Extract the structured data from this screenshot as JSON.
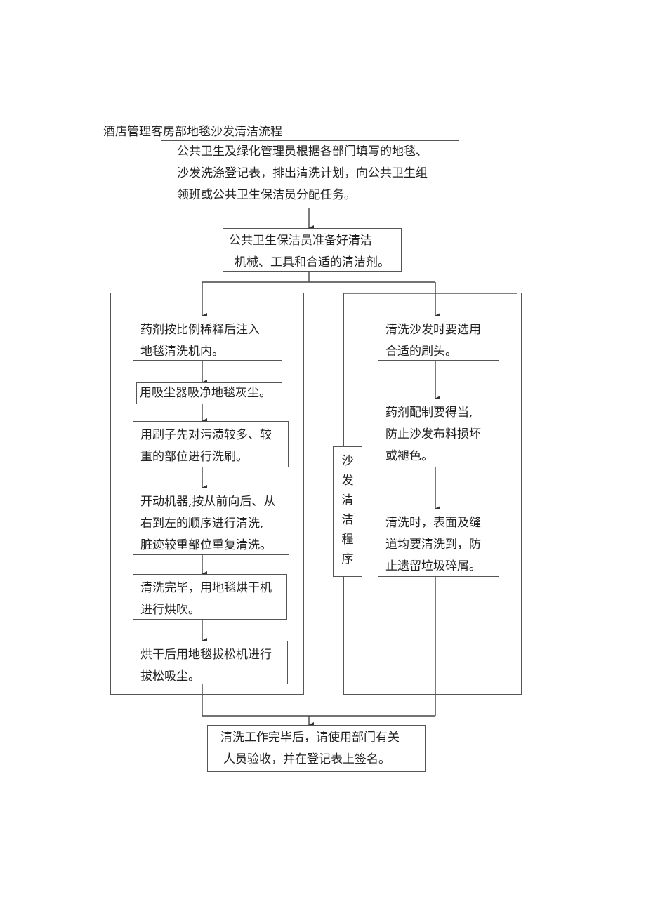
{
  "title": "酒店管理客房部地毯沙发清洁流程",
  "top_box": {
    "lines": [
      "公共卫生及绿化管理员根据各部门填写的地毯、",
      "沙发洗涤登记表，排出清洗计划，向公共卫生组",
      "领班或公共卫生保洁员分配任务。"
    ]
  },
  "prep_box": {
    "lines": [
      "公共卫生保洁员准备好清洁",
      "机械、工具和合适的清洁剂。"
    ]
  },
  "carpet_steps": [
    {
      "lines": [
        "药剂按比例稀释后注入",
        "地毯清洗机内。"
      ]
    },
    {
      "lines": [
        "用吸尘器吸净地毯灰尘。"
      ]
    },
    {
      "lines": [
        "用刷子先对污渍较多、较",
        "重的部位进行洗刷。"
      ]
    },
    {
      "lines": [
        "开动机器,按从前向后、从",
        "右到左的顺序进行清洗,",
        "脏迹较重部位重复清洗。"
      ]
    },
    {
      "lines": [
        "清洗完毕，用地毯烘干机",
        "进行烘吹。"
      ]
    },
    {
      "lines": [
        "烘干后用地毯拔松机进行",
        "拔松吸尘。"
      ]
    }
  ],
  "sofa_label": [
    "沙",
    "发",
    "清",
    "洁",
    "程",
    "序"
  ],
  "sofa_steps": [
    {
      "lines": [
        "清洗沙发时要选用",
        "合适的刷头。"
      ]
    },
    {
      "lines": [
        "药剂配制要得当,",
        "防止沙发布料损坏",
        "或褪色。"
      ]
    },
    {
      "lines": [
        "清洗时，表面及缝",
        "道均要清洗到，防",
        "止遗留垃圾碎屑。"
      ]
    }
  ],
  "final_box": {
    "lines": [
      "清洗工作完毕后，请使用部门有关",
      "人员验收，并在登记表上签名。"
    ]
  }
}
